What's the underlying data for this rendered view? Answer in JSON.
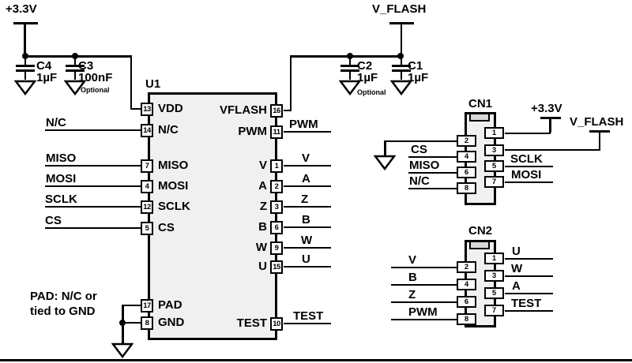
{
  "rails": {
    "p3v3_left": "+3.3V",
    "vflash_top": "V_FLASH",
    "p3v3_cn1": "+3.3V",
    "vflash_cn1": "V_FLASH"
  },
  "caps": {
    "c4": {
      "ref": "C4",
      "val": "1µF"
    },
    "c3": {
      "ref": "C3",
      "val": "100nF",
      "note": "Optional"
    },
    "c2": {
      "ref": "C2",
      "val": "1µF",
      "note": "Optional"
    },
    "c1": {
      "ref": "C1",
      "val": "1µF"
    }
  },
  "u1": {
    "ref": "U1",
    "note1": "PAD: N/C or",
    "note2": "tied to GND",
    "pins": {
      "p13": {
        "num": "13",
        "name": "VDD"
      },
      "p14": {
        "num": "14",
        "name": "N/C",
        "net": "N/C"
      },
      "p7": {
        "num": "7",
        "name": "MISO",
        "net": "MISO"
      },
      "p4": {
        "num": "4",
        "name": "MOSI",
        "net": "MOSI"
      },
      "p12": {
        "num": "12",
        "name": "SCLK",
        "net": "SCLK"
      },
      "p5": {
        "num": "5",
        "name": "CS",
        "net": "CS"
      },
      "p17": {
        "num": "17",
        "name": "PAD"
      },
      "p8": {
        "num": "8",
        "name": "GND"
      },
      "p16": {
        "num": "16",
        "name": "VFLASH"
      },
      "p11": {
        "num": "11",
        "name": "PWM",
        "net": "PWM"
      },
      "p1": {
        "num": "1",
        "name": "V",
        "net": "V"
      },
      "p2": {
        "num": "2",
        "name": "A",
        "net": "A"
      },
      "p3": {
        "num": "3",
        "name": "Z",
        "net": "Z"
      },
      "p6": {
        "num": "6",
        "name": "B",
        "net": "B"
      },
      "p9": {
        "num": "9",
        "name": "W",
        "net": "W"
      },
      "p15": {
        "num": "15",
        "name": "U",
        "net": "U"
      },
      "p10": {
        "num": "10",
        "name": "TEST",
        "net": "TEST"
      }
    }
  },
  "cn1": {
    "ref": "CN1",
    "pins": {
      "p1": "1",
      "p2": "2",
      "p3": "3",
      "p4": "4",
      "p5": "5",
      "p6": "6",
      "p7": "7",
      "p8": "8"
    },
    "nets": {
      "cs": "CS",
      "miso": "MISO",
      "nc": "N/C",
      "sclk": "SCLK",
      "mosi": "MOSI"
    }
  },
  "cn2": {
    "ref": "CN2",
    "pins": {
      "p1": "1",
      "p2": "2",
      "p3": "3",
      "p4": "4",
      "p5": "5",
      "p6": "6",
      "p7": "7",
      "p8": "8"
    },
    "nets": {
      "v": "V",
      "b": "B",
      "z": "Z",
      "pwm": "PWM",
      "u": "U",
      "w": "W",
      "a": "A",
      "test": "TEST"
    }
  },
  "colors": {
    "line": "#000000",
    "body_fill": "#f0f0f0",
    "notch_fill": "#d8d8d8",
    "background": "#ffffff"
  }
}
